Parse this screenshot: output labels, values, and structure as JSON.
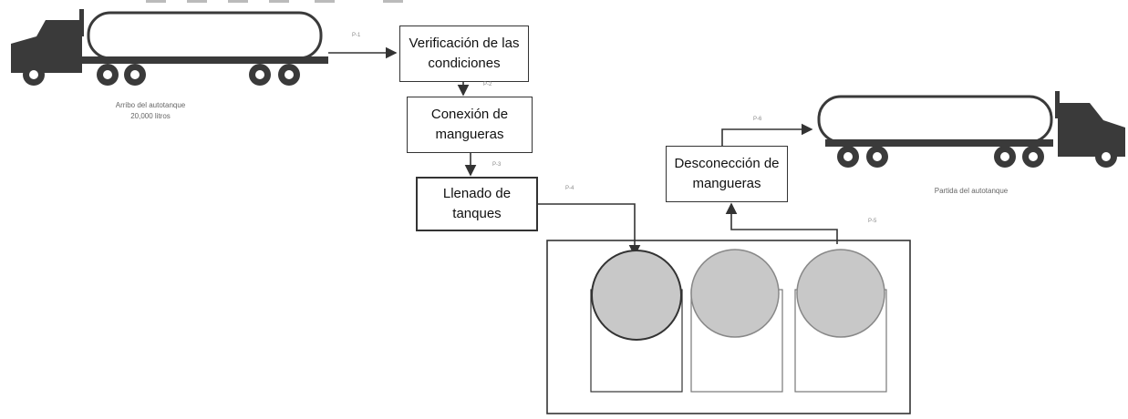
{
  "steps": [
    {
      "id": "verify",
      "label": "Verificación de las condiciones"
    },
    {
      "id": "connect",
      "label": "Conexión de mangueras"
    },
    {
      "id": "fill",
      "label": "Llenado de tanques"
    },
    {
      "id": "disconnect",
      "label": "Desconección de mangueras"
    }
  ],
  "captions": {
    "arrival_line1": "Arribo del autotanque",
    "arrival_line2": "20,000 litros",
    "departure": "Partida del autotanque"
  },
  "tags": {
    "p1": "P-1",
    "p2": "P-2",
    "p3": "P-3",
    "p4": "P-4",
    "p5": "P-5",
    "p6": "P-6"
  },
  "colors": {
    "truck": "#3a3a3a",
    "tank_fill": "#c8c8c8",
    "line": "#333333"
  }
}
